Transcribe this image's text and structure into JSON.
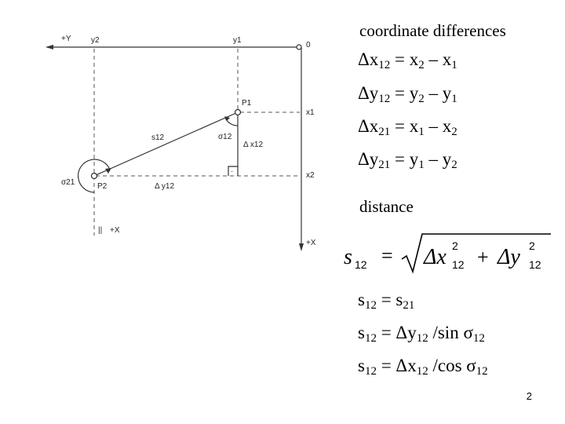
{
  "diagram": {
    "axis_plus_y": "+Y",
    "axis_plus_x_bottom": "+X",
    "axis_plus_x_right": "+X",
    "label_y2": "y2",
    "label_y1": "y1",
    "label_origin": "0",
    "label_x1": "x1",
    "label_x2": "x2",
    "label_p1": "P1",
    "label_p2": "P2",
    "label_s12": "s12",
    "label_sigma12": "σ12",
    "label_sigma21": "σ21",
    "label_dx12": "Δ x12",
    "label_dy12": "Δ y12",
    "label_right_angle": "·",
    "label_parallel": "||"
  },
  "headings": {
    "coordinate_differences": "coordinate differences",
    "distance": "distance"
  },
  "equations": {
    "dx12": {
      "lhs": "Δx",
      "lhs_sub": "12",
      "eq": " = x",
      "a_sub": "2",
      "minus": " – x",
      "b_sub": "1"
    },
    "dy12": {
      "lhs": "Δy",
      "lhs_sub": "12",
      "eq": " = y",
      "a_sub": "2",
      "minus": " – y",
      "b_sub": "1"
    },
    "dx21": {
      "lhs": "Δx",
      "lhs_sub": "21",
      "eq": " = x",
      "a_sub": "1",
      "minus": " – x",
      "b_sub": "2"
    },
    "dy21": {
      "lhs": "Δy",
      "lhs_sub": "21",
      "eq": " = y",
      "a_sub": "1",
      "minus": " – y",
      "b_sub": "2"
    }
  },
  "distance_formula": {
    "s": "s",
    "s_sub": "12",
    "equals": "=",
    "dx": "Δx",
    "dx_sup": "2",
    "dx_sub": "12",
    "plus": "+",
    "dy": "Δy",
    "dy_sup": "2",
    "dy_sub": "12"
  },
  "relations": {
    "r1": {
      "a": "s",
      "a_sub": "12",
      "mid": " = s",
      "b_sub": "21",
      "tail": ""
    },
    "r2": {
      "a": "s",
      "a_sub": "12",
      "mid": " = Δy",
      "b_sub": "12",
      "tail": " /sin σ",
      "c_sub": "12"
    },
    "r3": {
      "a": "s",
      "a_sub": "12",
      "mid": " = Δx",
      "b_sub": "12",
      "tail": " /cos σ",
      "c_sub": "12"
    }
  },
  "page_number": "2"
}
